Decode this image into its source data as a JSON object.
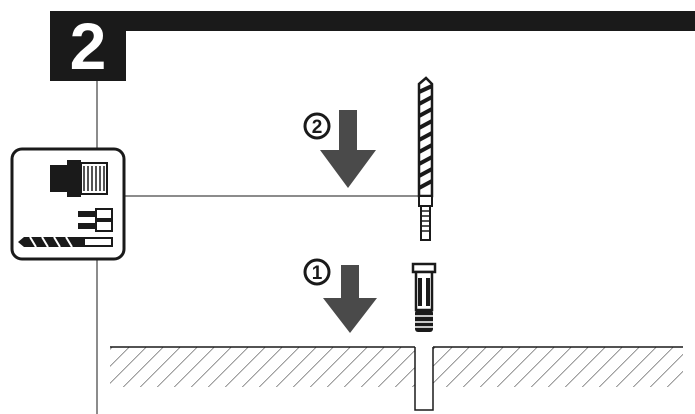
{
  "step": {
    "number": "2"
  },
  "callouts": [
    {
      "label": "2",
      "meaning": "second-action-arrow"
    },
    {
      "label": "1",
      "meaning": "first-action-arrow"
    }
  ],
  "icons": [
    "drill-chuck-icon",
    "bit-set-icon",
    "drill-bit-icon",
    "screw-anchor-icon",
    "plastic-plug-icon",
    "hatched-wall-surface",
    "down-arrow-icon"
  ],
  "colors": {
    "ink": "#1a1a1a",
    "arrow": "#4a4a4a",
    "paper": "#ffffff"
  }
}
